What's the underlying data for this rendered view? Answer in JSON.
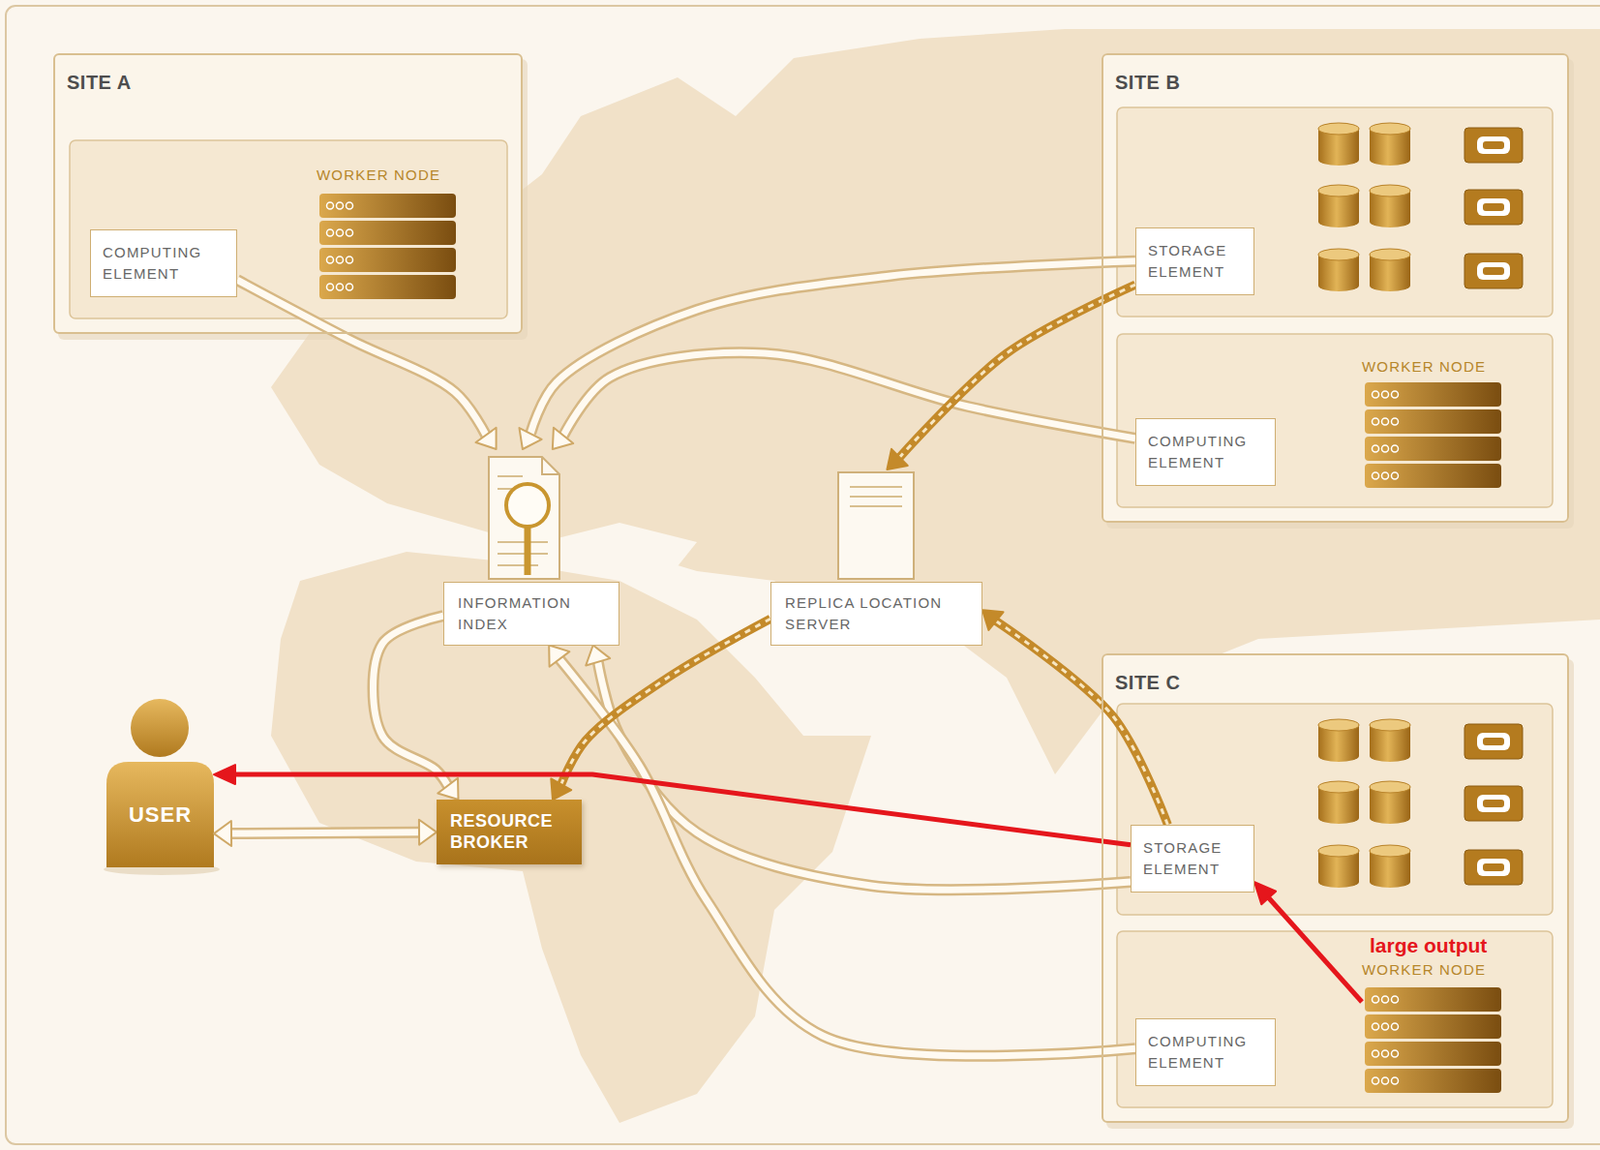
{
  "diagram": {
    "nodes": [
      {
        "text": [
          "SITE A"
        ]
      },
      {
        "text": [
          "WORKER NODE"
        ],
        "in": 0
      },
      {
        "text": [
          "COMPUTING ELEMENT"
        ],
        "in": 0
      },
      {
        "text": [
          "SITE B"
        ]
      },
      {
        "text": [
          "STORAGE ELEMENT"
        ],
        "in": 3
      },
      {
        "text": [
          "WORKER NODE"
        ],
        "in": 3
      },
      {
        "text": [
          "COMPUTING ELEMENT"
        ],
        "in": 3
      },
      {
        "text": [
          "INFORMATION INDEX"
        ]
      },
      {
        "text": [
          "REPLICA LOCATION SERVER"
        ]
      },
      {
        "text": [
          "SITE C"
        ]
      },
      {
        "text": [
          "STORAGE ELEMENT"
        ],
        "in": 9
      },
      {
        "text": [
          "WORKER NODE"
        ],
        "in": 9
      },
      {
        "text": [
          "COMPUTING ELEMENT"
        ],
        "in": 9
      },
      {
        "text": [
          "USER"
        ]
      },
      {
        "text": [
          "RESOURCE BROKER"
        ]
      }
    ],
    "edges": [
      {
        "from": 2,
        "to": 7,
        "arrow": "to"
      },
      {
        "from": 4,
        "to": 7,
        "arrow": "to"
      },
      {
        "from": 6,
        "to": 7,
        "arrow": "to"
      },
      {
        "from": 10,
        "to": 7,
        "arrow": "to"
      },
      {
        "from": 12,
        "to": 7,
        "arrow": "to"
      },
      {
        "from": 7,
        "to": 14,
        "arrow": "to"
      },
      {
        "from": 4,
        "to": 8,
        "arrow": "to"
      },
      {
        "from": 10,
        "to": 8,
        "arrow": "to"
      },
      {
        "from": 8,
        "to": 14,
        "arrow": "to"
      },
      {
        "from": 13,
        "to": 14,
        "arrow": "both"
      },
      {
        "from": 10,
        "to": 13,
        "arrow": "to"
      },
      {
        "from": 11,
        "to": 10,
        "arrow": "to",
        "label": "large output"
      }
    ]
  }
}
